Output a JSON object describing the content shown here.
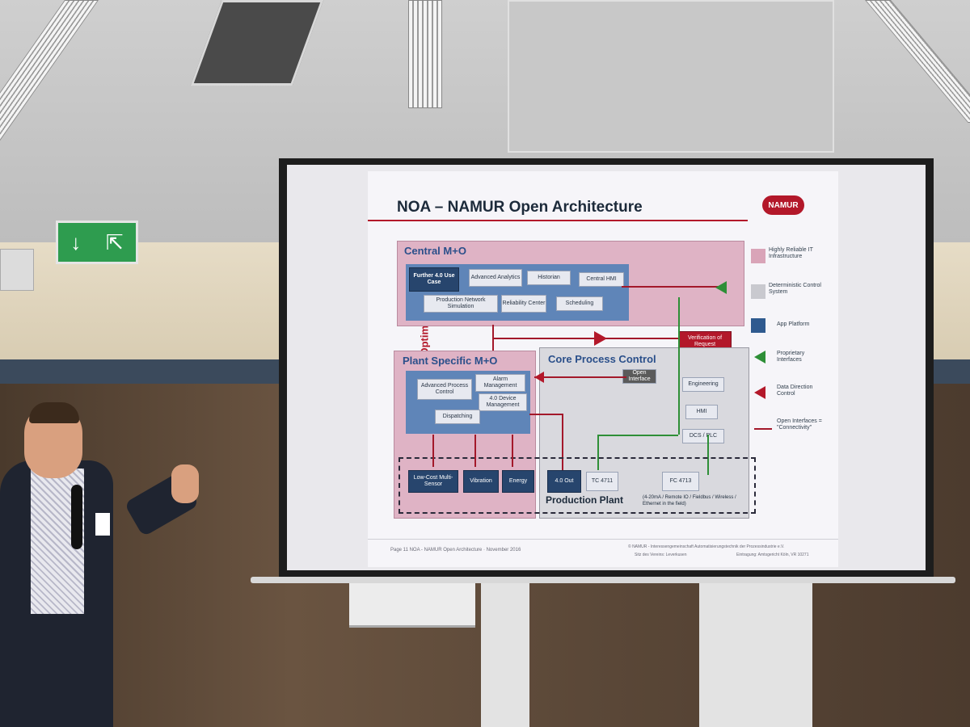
{
  "exit_sign": {
    "arrow": "↓",
    "icon": "running-person"
  },
  "slide": {
    "title": "NOA – NAMUR Open Architecture",
    "logo": "NAMUR",
    "side_label": "Monitoring and Optimization (M+O)",
    "central": {
      "title": "Central M+O",
      "items": [
        "Further 4.0 Use Case",
        "Advanced Analytics",
        "Historian",
        "Central HMI",
        "Production Network Simulation",
        "Reliability Center",
        "Scheduling"
      ]
    },
    "verification": "Verification of Request",
    "plant": {
      "title": "Plant  Specific M+O",
      "items": [
        "Advanced Process Control",
        "Alarm Management",
        "4.0 Device Management",
        "Dispatching"
      ]
    },
    "core": {
      "title": "Core Process Control",
      "open_interface": "Open Interface",
      "items": [
        "Engineering",
        "HMI",
        "DCS / PLC"
      ]
    },
    "field": {
      "items": [
        "Low-Cost Multi-Sensor",
        "Vibration",
        "Energy",
        "4.0 Out",
        "TC 4711",
        "FC 4713"
      ],
      "production": "Production Plant",
      "note": "(4-20mA / Remote IO / Fieldbus / Wireless / Ethernet in the field)"
    },
    "legend": [
      {
        "label": "Highly Reliable IT Infrastructure",
        "color": "#d9a4b8"
      },
      {
        "label": "Deterministic Control System",
        "color": "#c9c9cf"
      },
      {
        "label": "App Platform",
        "color": "#2f5a8f"
      },
      {
        "label": "Proprietary Interfaces",
        "color": "#2e8f37"
      },
      {
        "label": "Data Direction Control",
        "color": "#b3182a"
      },
      {
        "label": "Open Interfaces = \"Connectivity\"",
        "color": "#a3182a"
      }
    ],
    "footer_left": "Page 11 NOA - NAMUR Open Architecture · November 2016",
    "footer_right_1": "© NAMUR - Interessengemeinschaft Automatisierungstechnik der Prozessindustrie e.V.",
    "footer_right_2": "Sitz des Vereins: Leverkusen",
    "footer_right_3": "Eintragung: Amtsgericht Köln, VR 10271"
  }
}
